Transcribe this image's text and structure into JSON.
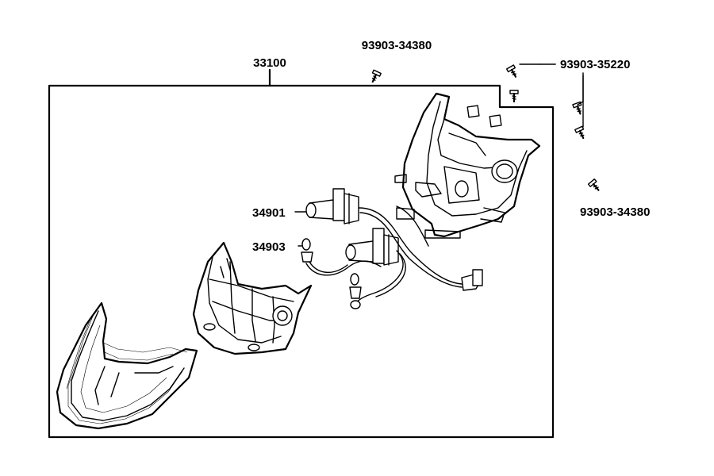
{
  "labels": {
    "assembly": "33100",
    "screw_top": "93903-34380",
    "screw_right_pair": "93903-35220",
    "screw_right_single": "93903-34380",
    "bulb_headlight": "34901",
    "bulb_position": "34903"
  },
  "colors": {
    "line": "#000000",
    "background": "#ffffff"
  },
  "icons": {
    "screw_top": "screw-icon",
    "screw_right_pair": "screw-icon",
    "screw_right_single": "screw-icon",
    "bulb_headlight": "halogen-bulb-icon",
    "bulb_position": "wedge-bulb-icon"
  }
}
